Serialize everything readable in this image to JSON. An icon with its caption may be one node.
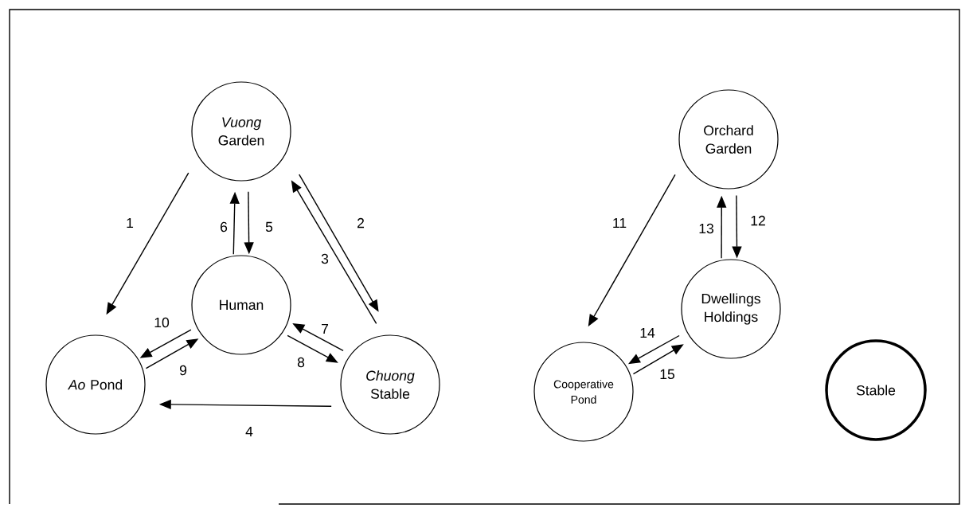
{
  "diagram": {
    "nodes": [
      {
        "text": [
          "*Vuong* Garden"
        ]
      },
      {
        "text": [
          "Human"
        ]
      },
      {
        "text": [
          "*Ao* Pond"
        ]
      },
      {
        "text": [
          "*Chuong* Stable"
        ]
      },
      {
        "text": [
          "Orchard Garden"
        ]
      },
      {
        "text": [
          "Dwellings Holdings"
        ]
      },
      {
        "text": [
          "Cooperative Pond"
        ]
      },
      {
        "text": [
          "Stable"
        ]
      }
    ],
    "edges": [
      {
        "from": 0,
        "to": 2,
        "arrow": "to",
        "label": "1"
      },
      {
        "from": 0,
        "to": 3,
        "arrow": "to",
        "label": "2"
      },
      {
        "from": 3,
        "to": 0,
        "arrow": "to",
        "label": "3"
      },
      {
        "from": 3,
        "to": 2,
        "arrow": "to",
        "label": "4"
      },
      {
        "from": 0,
        "to": 1,
        "arrow": "to",
        "label": "5"
      },
      {
        "from": 1,
        "to": 0,
        "arrow": "to",
        "label": "6"
      },
      {
        "from": 3,
        "to": 1,
        "arrow": "to",
        "label": "7"
      },
      {
        "from": 1,
        "to": 3,
        "arrow": "to",
        "label": "8"
      },
      {
        "from": 2,
        "to": 1,
        "arrow": "to",
        "label": "9"
      },
      {
        "from": 1,
        "to": 2,
        "arrow": "to",
        "label": "10"
      },
      {
        "from": 4,
        "to": 6,
        "arrow": "to",
        "label": "11"
      },
      {
        "from": 4,
        "to": 5,
        "arrow": "to",
        "label": "12"
      },
      {
        "from": 5,
        "to": 4,
        "arrow": "to",
        "label": "13"
      },
      {
        "from": 5,
        "to": 6,
        "arrow": "to",
        "label": "14"
      },
      {
        "from": 6,
        "to": 5,
        "arrow": "to",
        "label": "15"
      }
    ]
  }
}
